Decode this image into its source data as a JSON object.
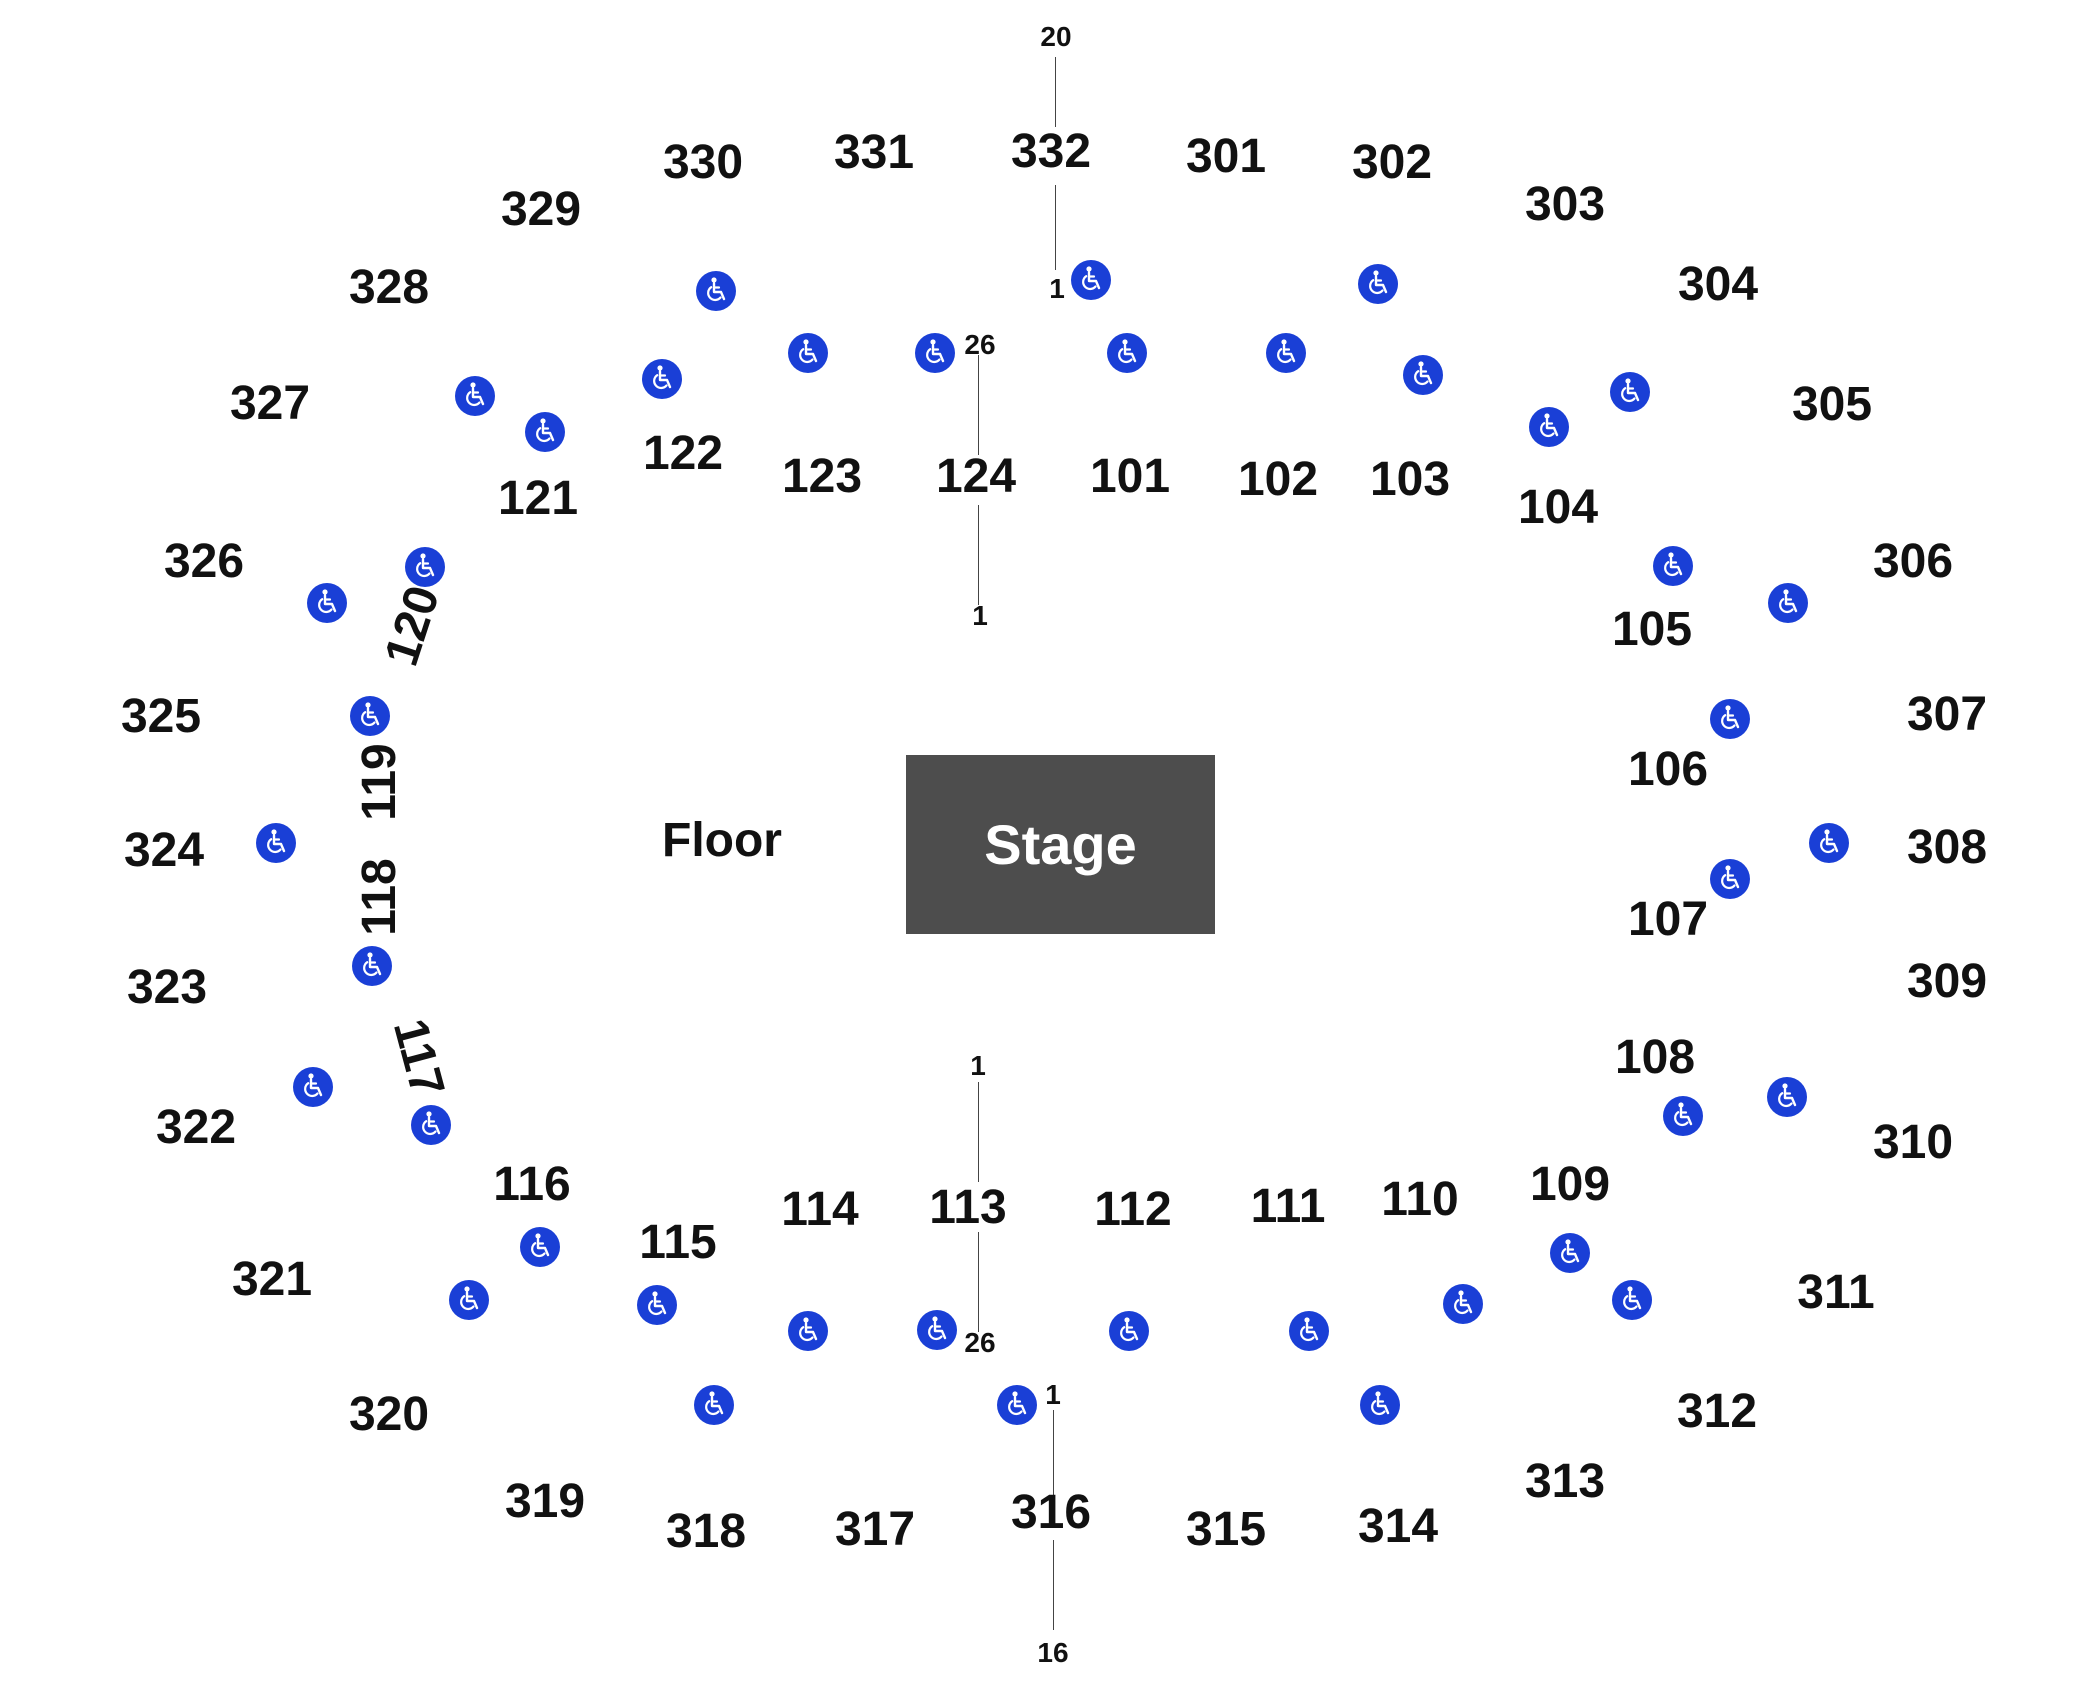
{
  "colors": {
    "stage": "#4d4d4d",
    "accessible_icon": "#1a3fd6",
    "text": "#111111"
  },
  "stage_label": "Stage",
  "floor_label": "Floor",
  "sections_100": [
    "101",
    "102",
    "103",
    "104",
    "105",
    "106",
    "107",
    "108",
    "109",
    "110",
    "111",
    "112",
    "113",
    "114",
    "115",
    "116",
    "117",
    "118",
    "119",
    "120",
    "121",
    "122",
    "123",
    "124"
  ],
  "sections_300": [
    "301",
    "302",
    "303",
    "304",
    "305",
    "306",
    "307",
    "308",
    "309",
    "310",
    "311",
    "312",
    "313",
    "314",
    "315",
    "316",
    "317",
    "318",
    "319",
    "320",
    "321",
    "322",
    "323",
    "324",
    "325",
    "326",
    "327",
    "328",
    "329",
    "330",
    "331",
    "332"
  ],
  "row_labels": {
    "upper_north_top": "20",
    "upper_north_bottom": "1",
    "lower_north_top": "26",
    "lower_north_bottom": "1",
    "lower_south_top": "1",
    "lower_south_bottom": "26",
    "upper_south_top": "1",
    "upper_south_bottom": "16"
  },
  "accessible_icon_name": "wheelchair-accessible-icon"
}
